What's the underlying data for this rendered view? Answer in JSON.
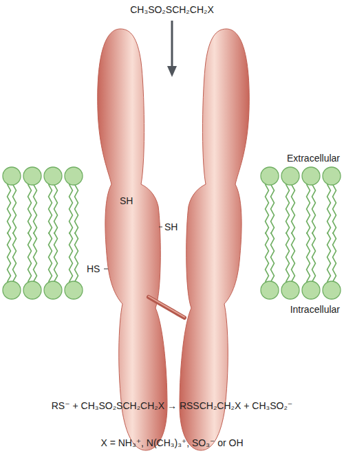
{
  "diagram": {
    "labels": [
      "CH₃SO₂SCH₂CH₂X",
      "SH",
      "SH",
      "HS",
      "Extracellular",
      "Intracellular",
      "RS⁻ + CH₃SO₂SCH₂CH₂X → RSSCH₂CH₂X + CH₃SO₂⁻",
      "X = NH₃⁺, N(CH₃)₃⁺, SO₃⁻ or OH"
    ]
  }
}
